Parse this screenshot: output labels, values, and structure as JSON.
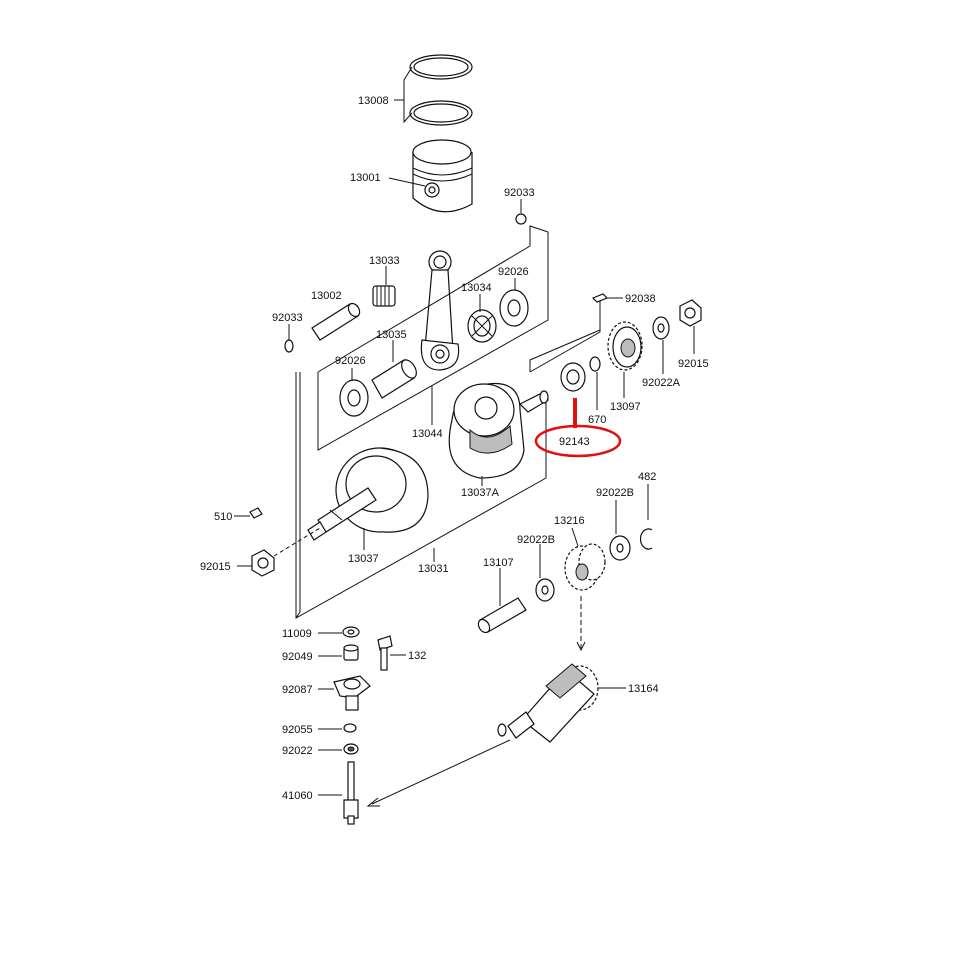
{
  "labels": {
    "p13008": "13008",
    "p13001": "13001",
    "p92033a": "92033",
    "p13033": "13033",
    "p13002": "13002",
    "p92033b": "92033",
    "p13034": "13034",
    "p92026a": "92026",
    "p13035": "13035",
    "p92026b": "92026",
    "p13044": "13044",
    "p92038": "92038",
    "p92015a": "92015",
    "p92022A": "92022A",
    "p13097": "13097",
    "p670": "670",
    "p92143": "92143",
    "p13037A": "13037A",
    "p510": "510",
    "p13037": "13037",
    "p92015b": "92015",
    "p13031": "13031",
    "p482": "482",
    "p92022B_a": "92022B",
    "p13216": "13216",
    "p92022B_b": "92022B",
    "p13107": "13107",
    "p11009": "11009",
    "p92049": "92049",
    "p132": "132",
    "p92087": "92087",
    "p92055": "92055",
    "p92022": "92022",
    "p41060": "41060",
    "p13164": "13164"
  },
  "highlight": {
    "part": "92143",
    "color": "#e01010"
  }
}
